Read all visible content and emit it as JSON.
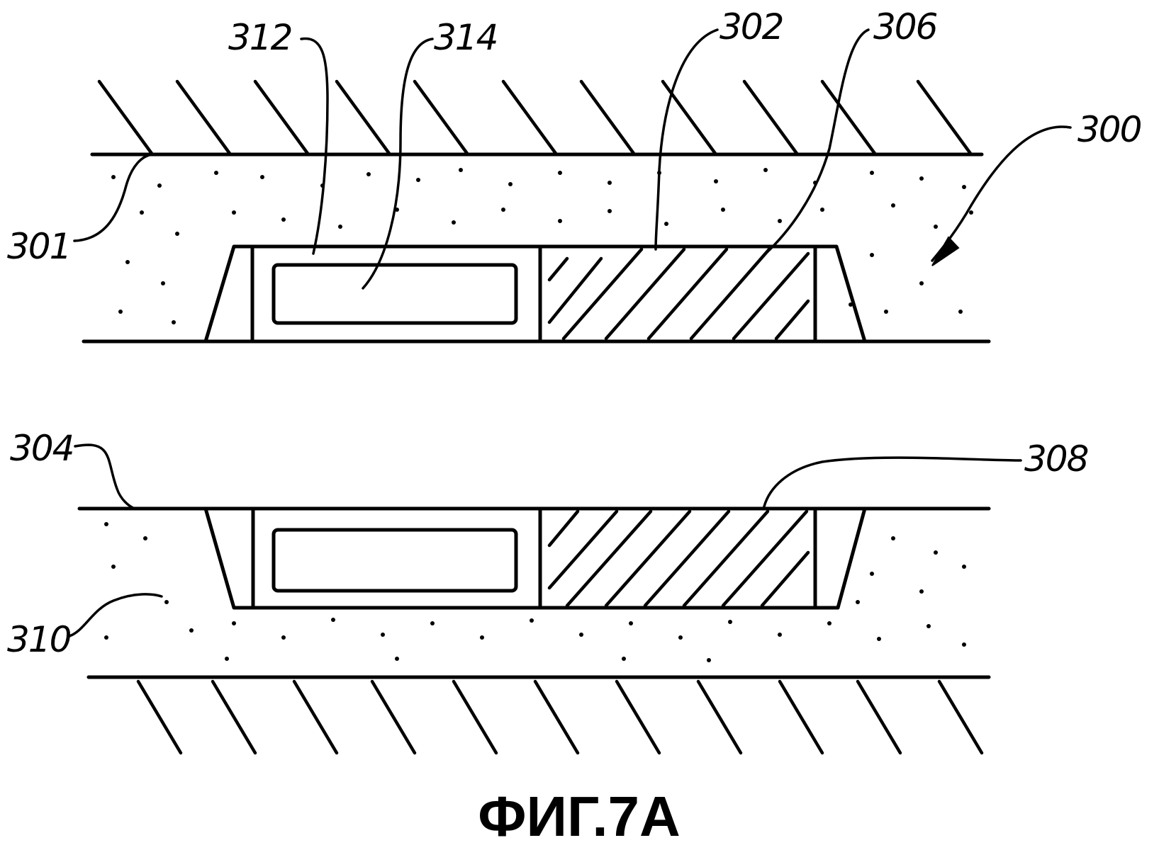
{
  "figure": {
    "caption": "ФИГ.7А",
    "labels": {
      "r300": "300",
      "r301": "301",
      "r302": "302",
      "r304": "304",
      "r306": "306",
      "r308": "308",
      "r310": "310",
      "r312": "312",
      "r314": "314"
    }
  }
}
